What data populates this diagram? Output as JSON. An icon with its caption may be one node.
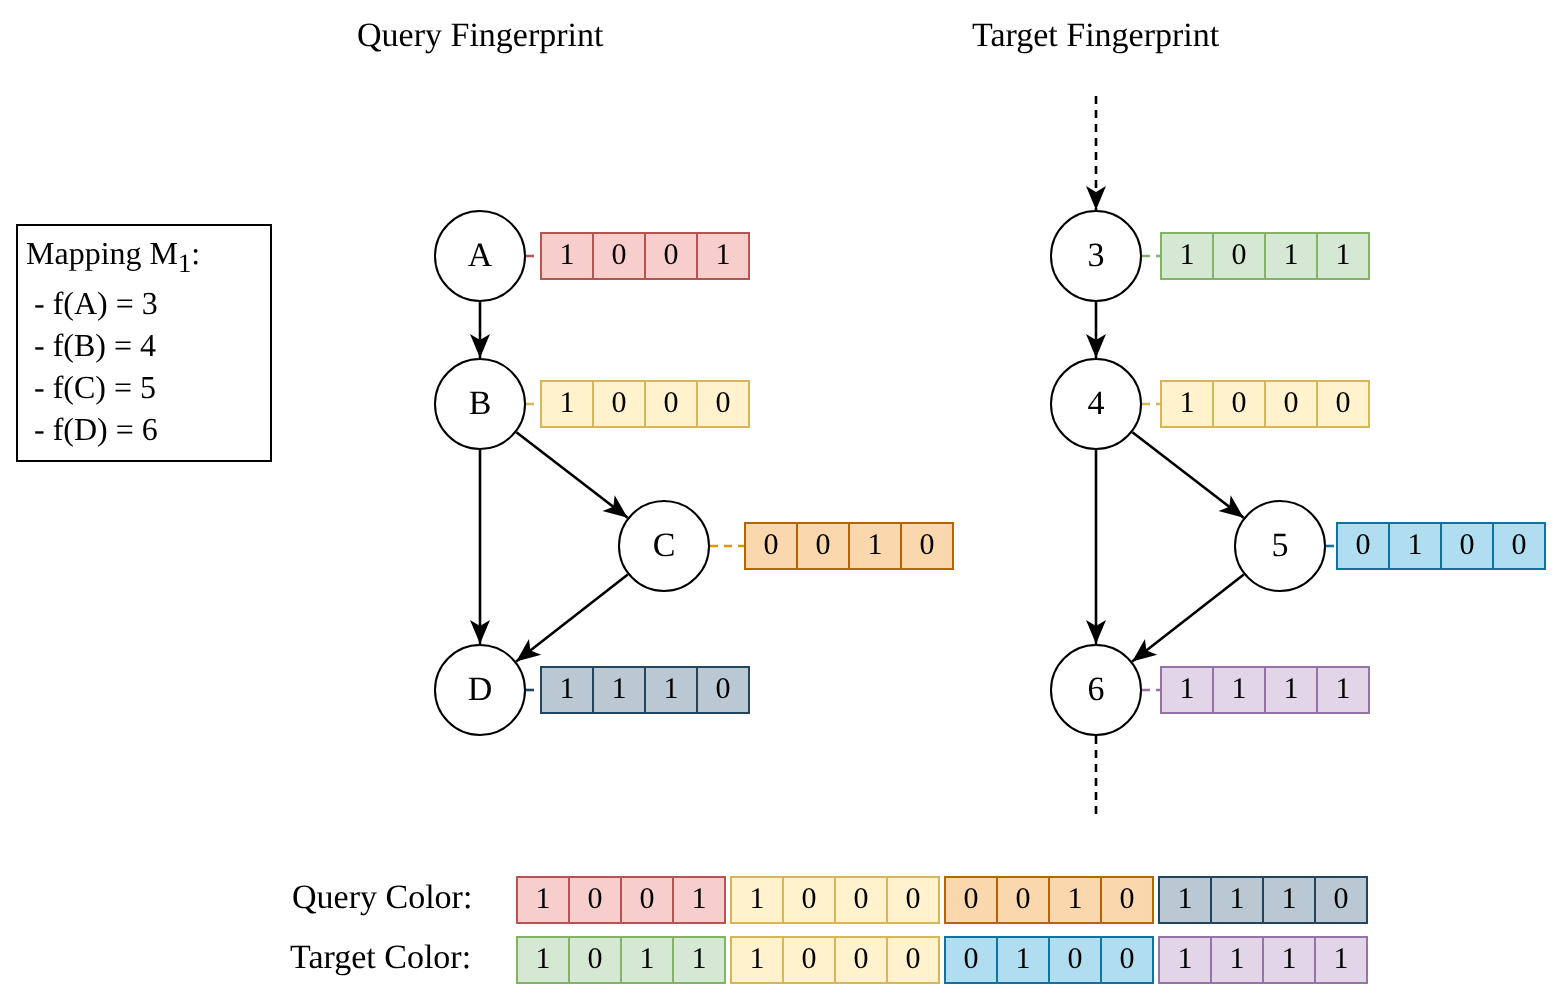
{
  "diagram": {
    "nodes": [
      {
        "text": [
          "Mapping M$_{1}$:",
          "- f(A) = 3",
          "- f(B) = 4",
          "- f(C) = 5",
          "- f(D) = 6"
        ]
      },
      {
        "text": [
          "A"
        ]
      },
      {
        "text": [
          "1",
          "0",
          "0",
          "1"
        ]
      },
      {
        "text": [
          "B"
        ]
      },
      {
        "text": [
          "1",
          "0",
          "0",
          "0"
        ]
      },
      {
        "text": [
          "C"
        ]
      },
      {
        "text": [
          "0",
          "0",
          "1",
          "0"
        ]
      },
      {
        "text": [
          "D"
        ]
      },
      {
        "text": [
          "1",
          "1",
          "1",
          "0"
        ]
      },
      {
        "text": [
          "3"
        ]
      },
      {
        "text": [
          "1",
          "0",
          "1",
          "1"
        ]
      },
      {
        "text": [
          "4"
        ]
      },
      {
        "text": [
          "1",
          "0",
          "0",
          "0"
        ]
      },
      {
        "text": [
          "5"
        ]
      },
      {
        "text": [
          "0",
          "1",
          "0",
          "0"
        ]
      },
      {
        "text": [
          "6"
        ]
      },
      {
        "text": [
          "1",
          "1",
          "1",
          "1"
        ]
      },
      {
        "text": [
          "1",
          "0",
          "0",
          "1"
        ]
      },
      {
        "text": [
          "1",
          "0",
          "0",
          "0"
        ]
      },
      {
        "text": [
          "0",
          "0",
          "1",
          "0"
        ]
      },
      {
        "text": [
          "1",
          "1",
          "1",
          "0"
        ]
      },
      {
        "text": [
          "1",
          "0",
          "1",
          "1"
        ]
      },
      {
        "text": [
          "1",
          "0",
          "0",
          "0"
        ]
      },
      {
        "text": [
          "0",
          "1",
          "0",
          "0"
        ]
      },
      {
        "text": [
          "1",
          "1",
          "1",
          "1"
        ]
      }
    ],
    "edges": [
      {
        "from": 1,
        "to": 3,
        "arrow": "to"
      },
      {
        "from": 3,
        "to": 5,
        "arrow": "to"
      },
      {
        "from": 3,
        "to": 7,
        "arrow": "to"
      },
      {
        "from": 5,
        "to": 7,
        "arrow": "to"
      },
      {
        "from": 1,
        "to": 2,
        "arrow": "none",
        "style": "dashed",
        "color": "#b85450"
      },
      {
        "from": 3,
        "to": 4,
        "arrow": "none",
        "style": "dashed",
        "color": "#d6b656"
      },
      {
        "from": 5,
        "to": 6,
        "arrow": "none",
        "style": "dashed",
        "color": "#d79b00"
      },
      {
        "from": 7,
        "to": 8,
        "arrow": "none",
        "style": "dashed",
        "color": "#23445d"
      },
      {
        "from": null,
        "to": 9,
        "arrow": "to",
        "style": "dashed"
      },
      {
        "from": 9,
        "to": 11,
        "arrow": "to"
      },
      {
        "from": 11,
        "to": 13,
        "arrow": "to"
      },
      {
        "from": 11,
        "to": 15,
        "arrow": "to"
      },
      {
        "from": 13,
        "to": 15,
        "arrow": "to"
      },
      {
        "from": 15,
        "to": null,
        "arrow": "none",
        "style": "dashed"
      },
      {
        "from": 9,
        "to": 10,
        "arrow": "none",
        "style": "dashed",
        "color": "#82b366"
      },
      {
        "from": 11,
        "to": 12,
        "arrow": "none",
        "style": "dashed",
        "color": "#d6b656"
      },
      {
        "from": 13,
        "to": 14,
        "arrow": "none",
        "style": "dashed",
        "color": "#10739e"
      },
      {
        "from": 15,
        "to": 16,
        "arrow": "none",
        "style": "dashed",
        "color": "#9673a6"
      }
    ],
    "labels": [
      "Query Fingerprint",
      "Target Fingerprint",
      "Query Color:",
      "Target Color:"
    ]
  }
}
